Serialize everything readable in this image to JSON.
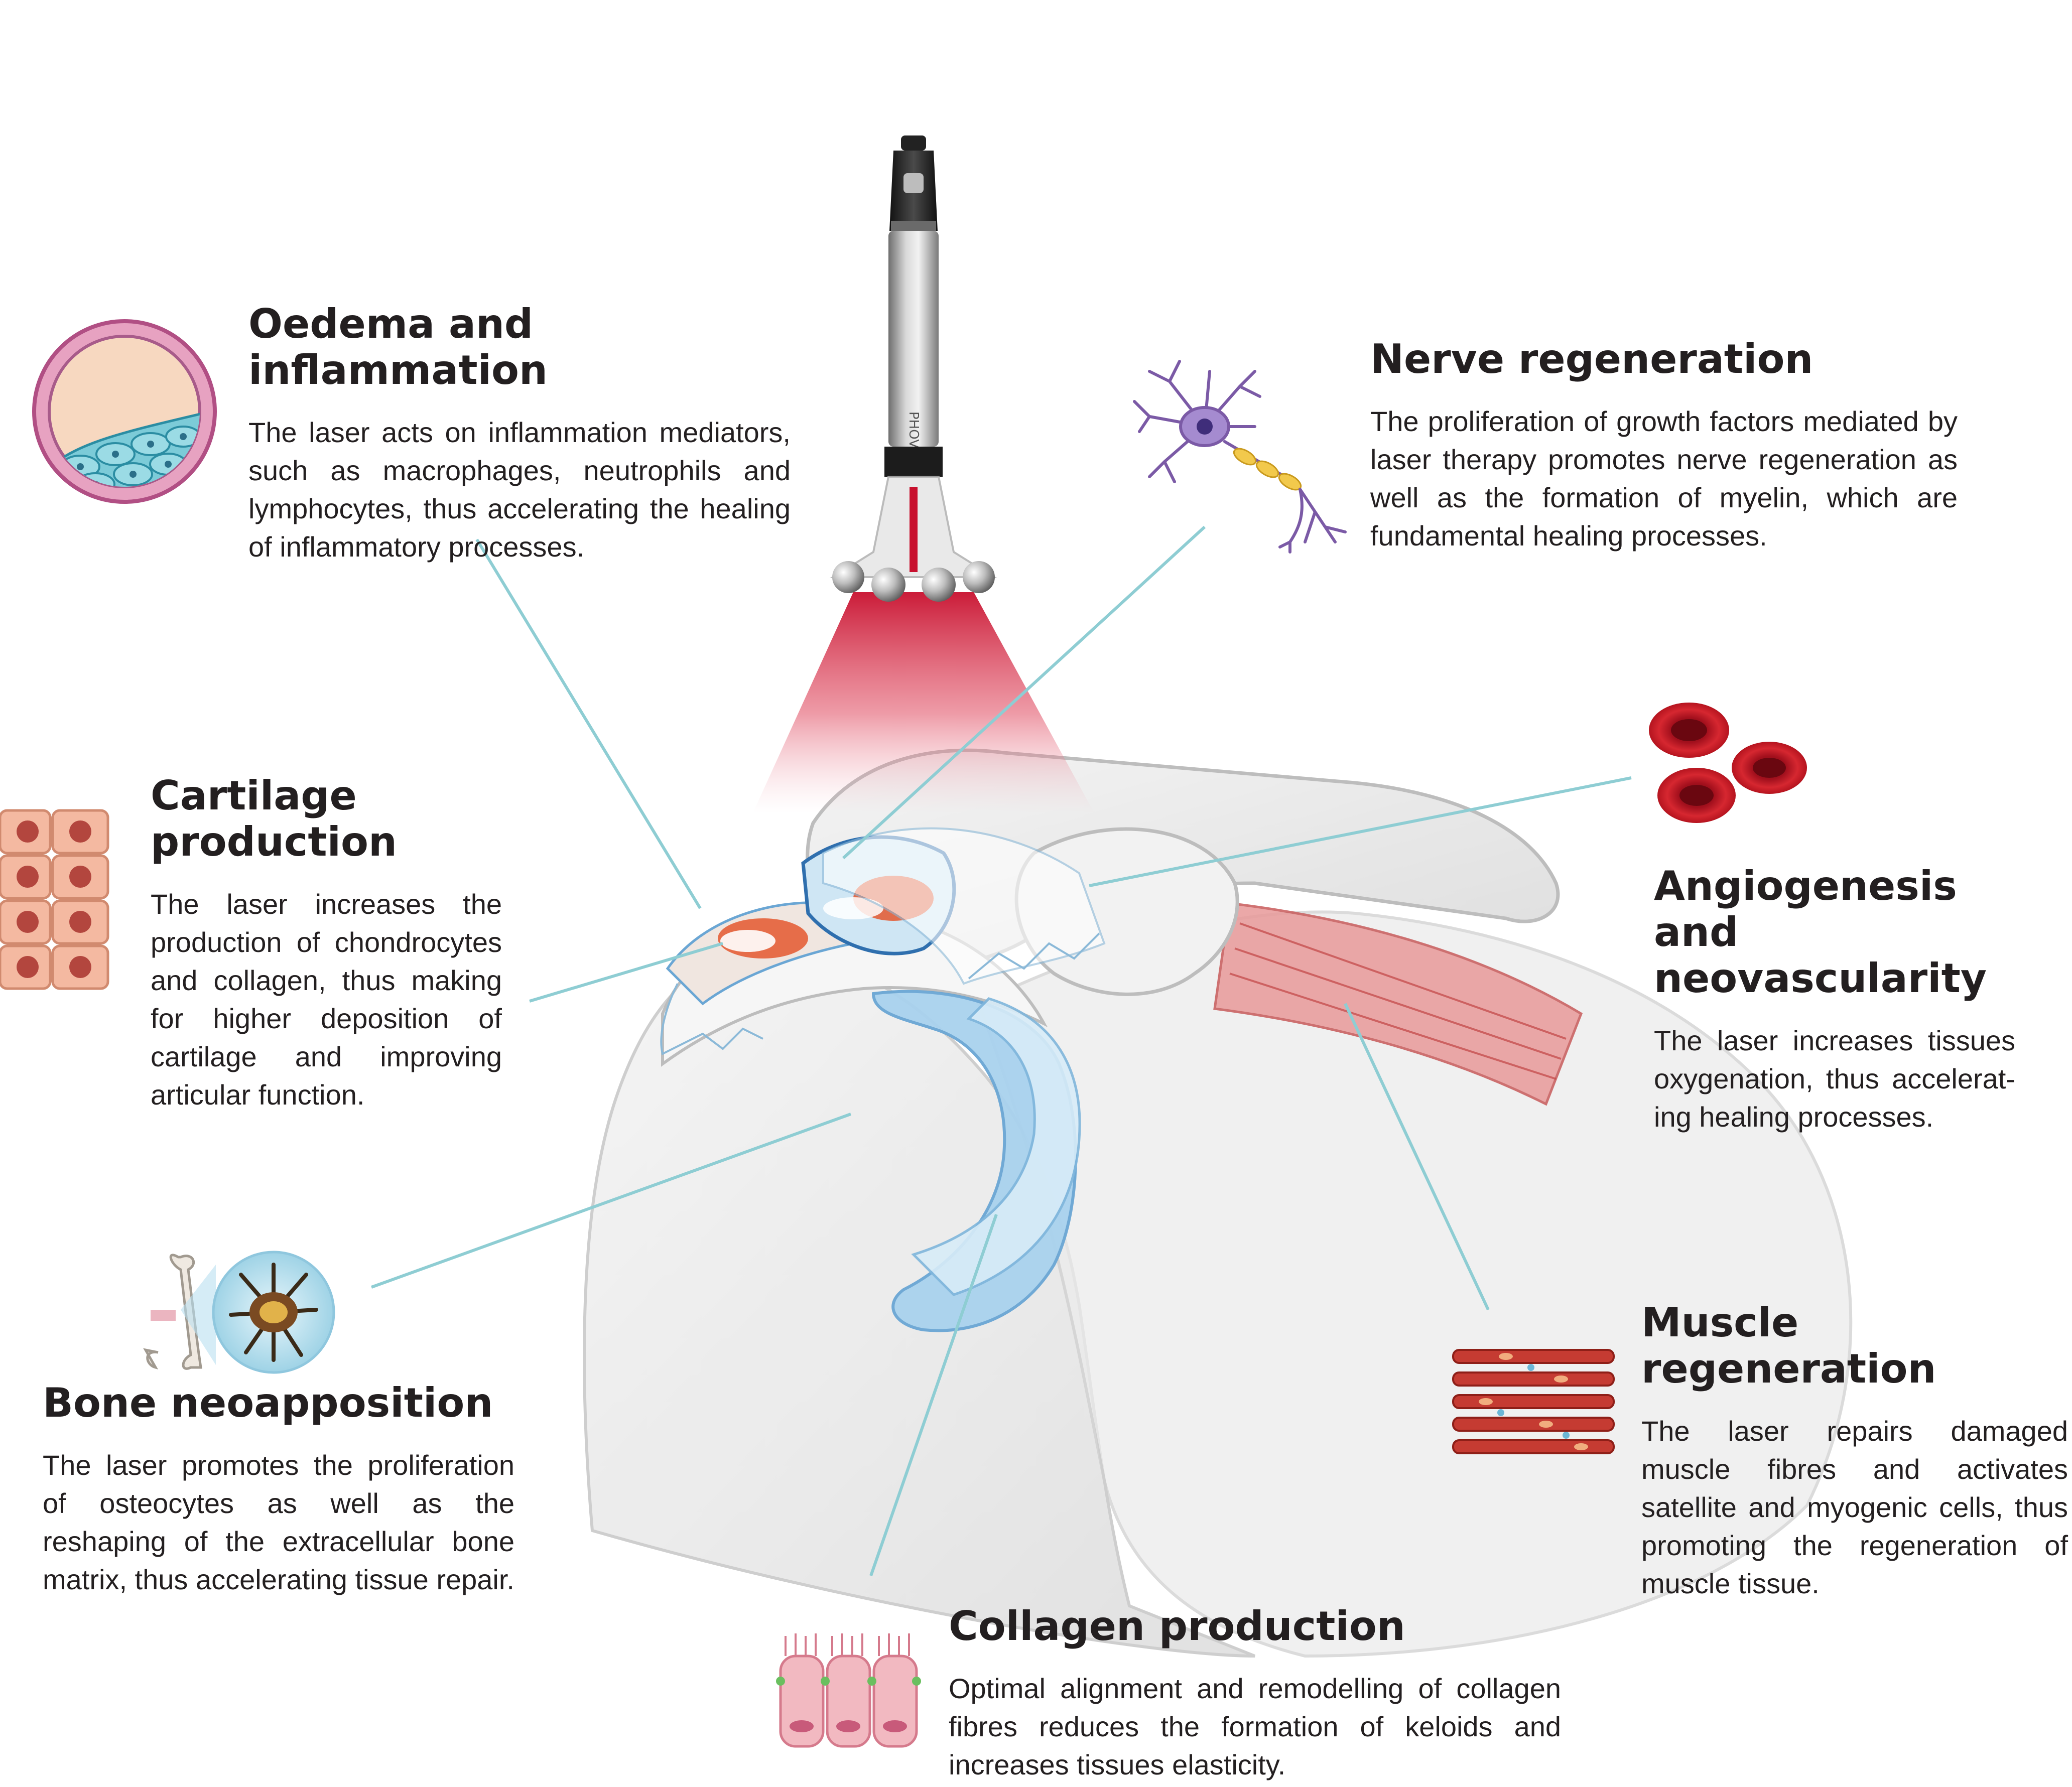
{
  "blocks": {
    "oedema": {
      "title": "Oedema and inflammation",
      "body": "The laser acts on inflammation mediators, such as macrophages, neutrophils and lymphocytes, thus accelerating the healing of inflammatory processes."
    },
    "nerve": {
      "title": "Nerve regeneration",
      "body": "The proliferation of growth factors mediated by laser therapy promotes nerve regeneration as well as the formation of myelin, which are fundamental healing processes."
    },
    "cartilage": {
      "title": "Cartilage production",
      "body": "The laser increases the production of chondrocytes and collagen, thus making for higher deposition of cartilage and improving articular function."
    },
    "angio": {
      "title_line1": "Angiogenesis",
      "title_line2": "and neovascularity",
      "body": "The laser increases tissues oxygenation, thus accelerat-ing healing processes."
    },
    "muscle": {
      "title": "Muscle regeneration",
      "body": "The laser repairs damaged muscle fibres and activates satellite and myogenic cells, thus promoting the regeneration of muscle tissue."
    },
    "bone": {
      "title": "Bone neoapposition",
      "body": "The laser promotes the proliferation of osteocytes as well as the reshaping of the extracellular bone matrix, thus accelerating tissue repair."
    },
    "collagen": {
      "title": "Collagen production",
      "body": "Optimal alignment and remodelling of collagen fibres reduces the formation of keloids and increases tissues elasticity."
    }
  },
  "device": {
    "brand_text": "PHOVIA"
  },
  "icons": [
    "oedema-cell-icon",
    "neuron-icon",
    "chondrocyte-grid-icon",
    "red-blood-cells-icon",
    "muscle-fibre-icon",
    "osteocyte-icon",
    "collagen-cells-icon",
    "laser-probe-icon",
    "shoulder-joint-illustration"
  ],
  "colors": {
    "heading": "#231f20",
    "body_text": "#231f20",
    "leader_lines": "#8ecdd3",
    "laser_red": "#c8102e",
    "bone": "#eaeaea",
    "cartilage_blue": "#9cc9e8",
    "muscle_red": "#d84a4a"
  }
}
